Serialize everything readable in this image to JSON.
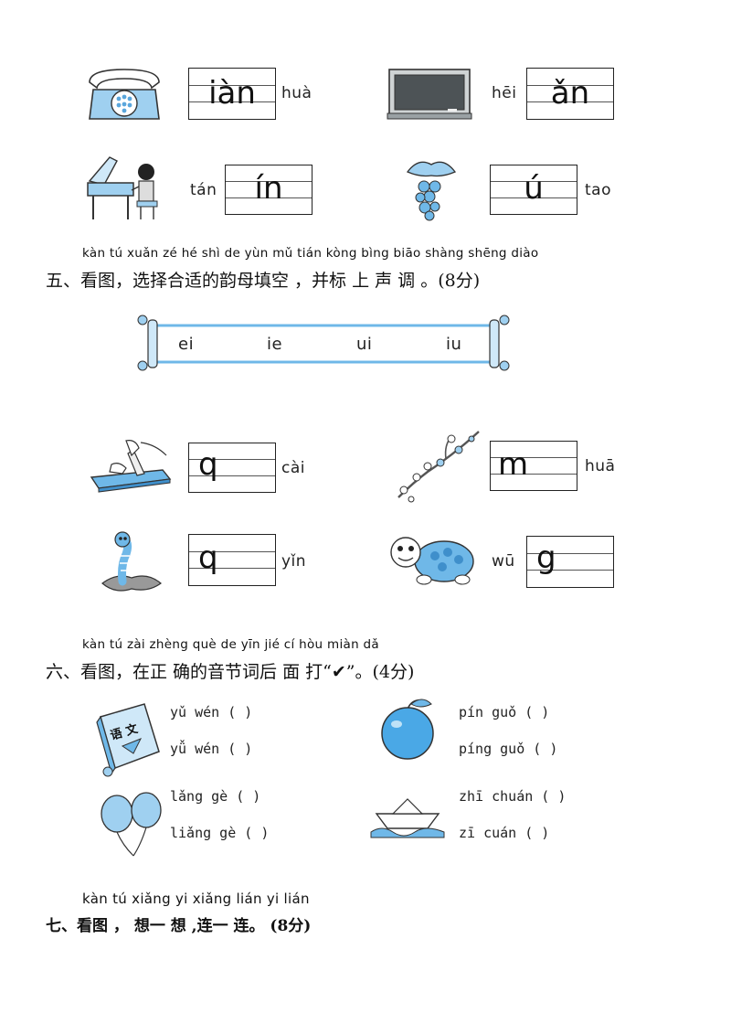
{
  "section4": {
    "items": [
      {
        "name": "telephone",
        "box": "iàn",
        "pinyin": "huà",
        "icon": "telephone-icon"
      },
      {
        "name": "blackboard",
        "pinyin": "hēi",
        "box": "ǎn",
        "icon": "blackboard-icon"
      },
      {
        "name": "piano",
        "pinyin": "tán",
        "box": "ín",
        "icon": "piano-icon"
      },
      {
        "name": "grapes",
        "box": "ú",
        "pinyin": "tao",
        "icon": "grapes-icon"
      }
    ]
  },
  "section5": {
    "ruby": "kàn tú xuǎn zé hé shì de yùn mǔ tián kòng bìng biāo shàng shēng diào",
    "heading": "五、看图，选择合适的韵母填空 ，并标 上 声 调 。(8分)",
    "banner_options": [
      "ei",
      "ie",
      "ui",
      "iu"
    ],
    "items": [
      {
        "name": "cut-vegetable",
        "box": "q",
        "pinyin": "cài",
        "icon": "knife-cutting-icon"
      },
      {
        "name": "plum-blossom",
        "box": "m",
        "pinyin": "huā",
        "icon": "blossom-branch-icon"
      },
      {
        "name": "earthworm",
        "box": "q",
        "pinyin": "yǐn",
        "icon": "worm-icon"
      },
      {
        "name": "turtle",
        "pinyin": "wū",
        "box": "g",
        "icon": "turtle-icon"
      }
    ]
  },
  "section6": {
    "ruby": "kàn tú  zài zhèng què de yīn jié cí hòu miàn dǎ",
    "heading": "六、看图，在正 确的音节词后 面 打“✔”。(4分)",
    "book_text": "语 文",
    "items": [
      {
        "icon": "book-icon",
        "options": [
          "yǔ wén (    )",
          "yǚ wén (    )"
        ]
      },
      {
        "icon": "apple-icon",
        "options": [
          "pín guǒ  (    )",
          "píng guǒ (    )"
        ]
      },
      {
        "icon": "balloons-icon",
        "options": [
          "lǎng gè (    )",
          "liǎng gè (    )"
        ]
      },
      {
        "icon": "paper-boat-icon",
        "options": [
          "zhī chuán (    )",
          "zī cuán   (    )"
        ]
      }
    ]
  },
  "section7": {
    "ruby": "kàn tú xiǎng yi xiǎng lián yi lián",
    "heading": "七、看图 ， 想一 想 ,连一 连。 (8分)"
  },
  "colors": {
    "accent_blue": "#6fb8e8",
    "ink": "#111111"
  }
}
